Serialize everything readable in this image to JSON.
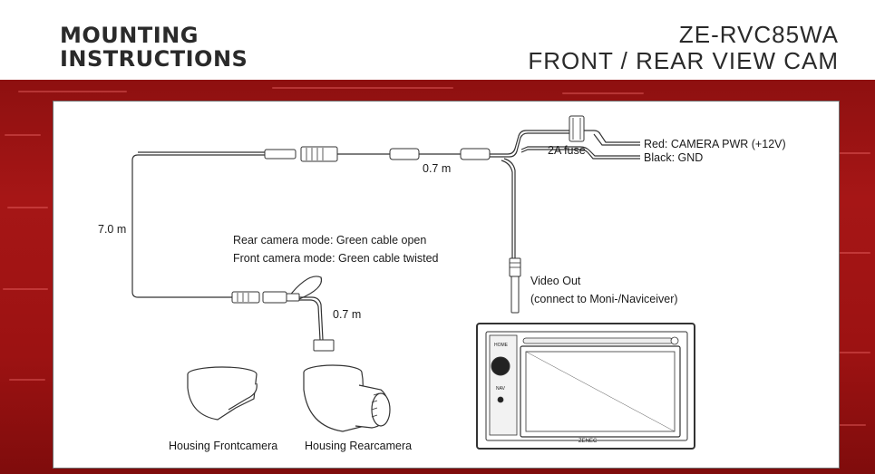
{
  "header": {
    "left_title_line1": "MOUNTING",
    "left_title_line2": "INSTRUCTIONS",
    "right_title_line1": "ZE-RVC85WA",
    "right_title_line2": "FRONT / REAR VIEW CAM"
  },
  "diagram": {
    "label_7m": "7.0 m",
    "label_07m_top": "0.7 m",
    "label_fuse": "2A fuse",
    "label_red": "Red: CAMERA PWR (+12V)",
    "label_black": "Black: GND",
    "label_rear_mode": "Rear camera mode: Green cable open",
    "label_front_mode": "Front camera mode: Green cable twisted",
    "label_07m_cam": "0.7 m",
    "label_video_out": "Video Out",
    "label_video_connect": "(connect to Moni-/Naviceiver)",
    "label_housing_front": "Housing Frontcamera",
    "label_housing_rear": "Housing Rearcamera",
    "hu_home": "HOME",
    "hu_nav": "NAV",
    "hu_brand": "ZENEC"
  }
}
